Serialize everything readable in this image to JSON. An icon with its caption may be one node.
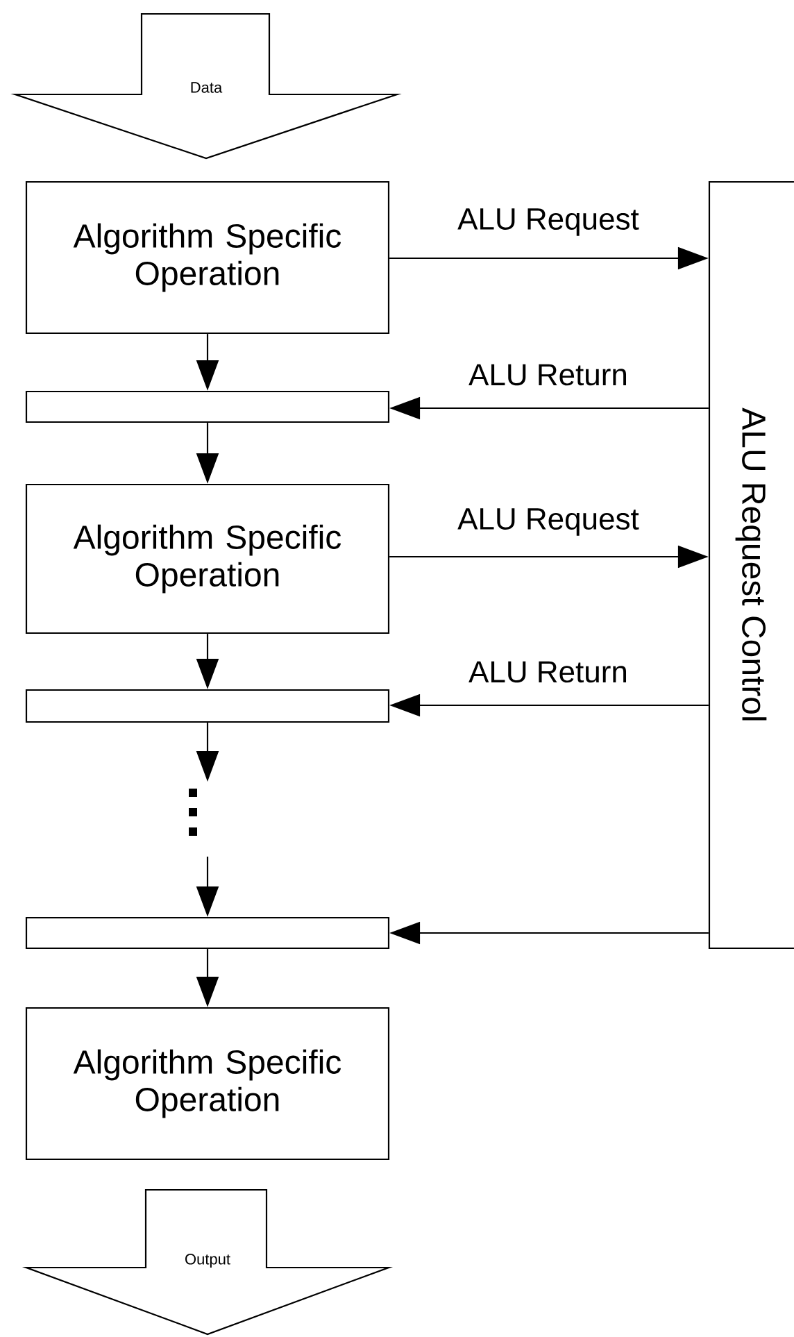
{
  "diagram": {
    "nodes": [
      {
        "text": [
          "Data"
        ]
      },
      {
        "text": [
          "Algorithm Specific Operation"
        ]
      },
      {
        "text": [],
        "shape": "box"
      },
      {
        "text": [
          "Algorithm Specific Operation"
        ]
      },
      {
        "text": [],
        "shape": "box"
      },
      {
        "text": [],
        "shape": "box"
      },
      {
        "text": [
          "Algorithm Specific Operation"
        ]
      },
      {
        "text": [
          "Output"
        ]
      },
      {
        "text": [
          "ALU Request Control"
        ]
      }
    ],
    "edges": [
      {
        "from": 1,
        "to": 2,
        "arrow": "to"
      },
      {
        "from": 2,
        "to": 3,
        "arrow": "to"
      },
      {
        "from": 3,
        "to": 4,
        "arrow": "to"
      },
      {
        "from": 4,
        "to": null,
        "arrow": "to"
      },
      {
        "from": null,
        "to": 5,
        "arrow": "to"
      },
      {
        "from": 5,
        "to": 6,
        "arrow": "to"
      },
      {
        "from": 1,
        "to": 8,
        "arrow": "to",
        "label": "ALU Request"
      },
      {
        "from": 8,
        "to": 2,
        "arrow": "to",
        "label": "ALU Return"
      },
      {
        "from": 3,
        "to": 8,
        "arrow": "to",
        "label": "ALU Request"
      },
      {
        "from": 8,
        "to": 4,
        "arrow": "to",
        "label": "ALU Return"
      },
      {
        "from": 8,
        "to": 5,
        "arrow": "to"
      }
    ]
  }
}
